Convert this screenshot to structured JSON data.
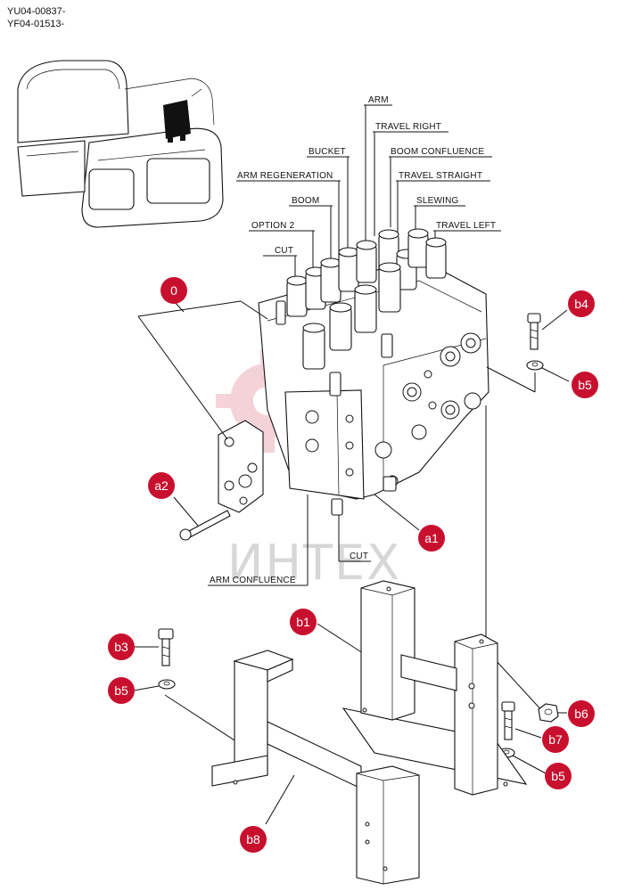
{
  "doc_codes": [
    "YU04-00837-",
    "YF04-01513-"
  ],
  "watermark": "ИНТЕХ",
  "brand_color": "#c8102e",
  "labels": {
    "arm": "ARM",
    "travel_right": "TRAVEL RIGHT",
    "bucket": "BUCKET",
    "boom_confluence": "BOOM CONFLUENCE",
    "arm_regeneration": "ARM REGENERATION",
    "travel_straight": "TRAVEL STRAIGHT",
    "boom": "BOOM",
    "slewing": "SLEWING",
    "option_2": "OPTION 2",
    "travel_left": "TRAVEL LEFT",
    "cut_top": "CUT",
    "cut_bottom": "CUT",
    "arm_confluence": "ARM CONFLUENCE"
  },
  "callouts": {
    "c0": "0",
    "a2": "a2",
    "a1": "a1",
    "b1": "b1",
    "b3": "b3",
    "b4": "b4",
    "b5_top": "b5",
    "b5_left": "b5",
    "b5_bottom": "b5",
    "b6": "b6",
    "b7": "b7",
    "b8": "b8"
  }
}
